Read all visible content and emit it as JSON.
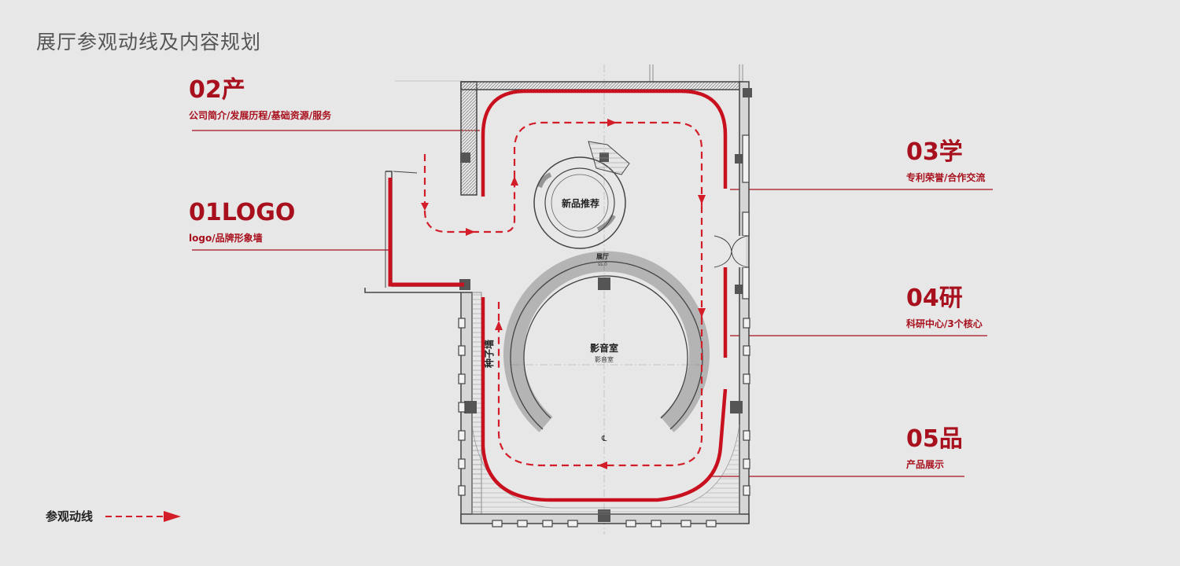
{
  "title": "展厅参观动线及内容规划",
  "zones": [
    {
      "id": "01",
      "number": "01LOGO",
      "desc": "logo/品牌形象墙"
    },
    {
      "id": "02",
      "number": "02产",
      "desc": "公司简介/发展历程/基础资源/服务"
    },
    {
      "id": "03",
      "number": "03学",
      "desc": "专利荣誉/合作交流"
    },
    {
      "id": "04",
      "number": "04研",
      "desc": "科研中心/3个核心"
    },
    {
      "id": "05",
      "number": "05品",
      "desc": "产品展示"
    }
  ],
  "plan_labels": {
    "new_product": "新品推荐",
    "hall": "展厅",
    "hall_small": "ss.0",
    "theater": "影音室",
    "theater_small": "影音室",
    "seed_wall": "种子墙",
    "center_mark": "℄"
  },
  "legend": {
    "label": "参观动线"
  },
  "colors": {
    "accent": "#a8101e",
    "route": "#d31e2a",
    "wall": "#444444",
    "background": "#e7e7e7"
  }
}
